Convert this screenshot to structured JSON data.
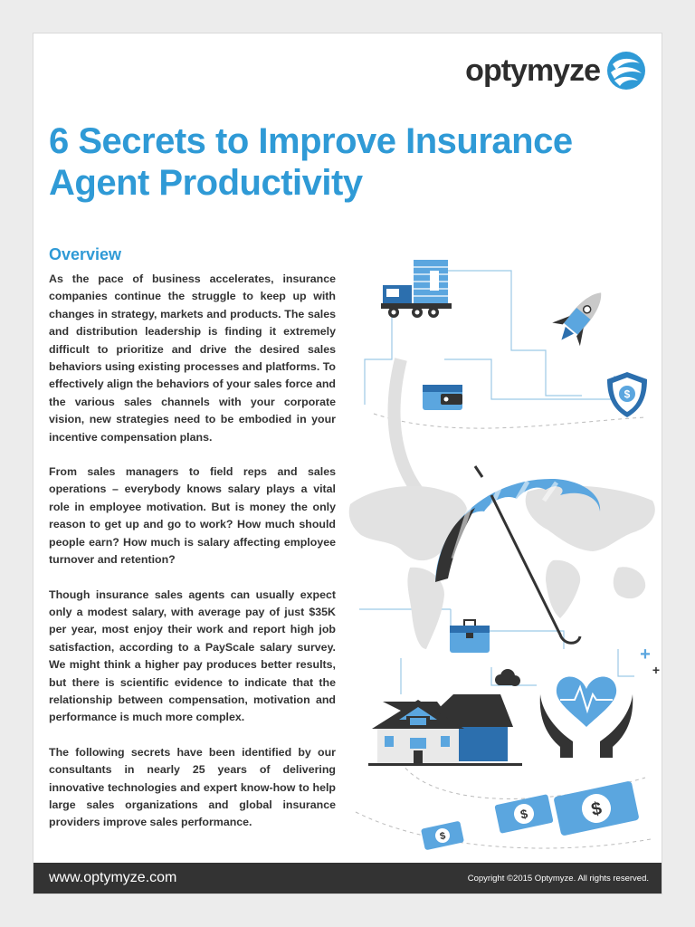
{
  "brand": {
    "name": "optymyze",
    "accent": "#2f9ad6",
    "dark": "#333333"
  },
  "title_line1": "6 Secrets to Improve Insurance",
  "title_line2": "Agent Productivity",
  "overview_heading": "Overview",
  "paragraphs": [
    "As the pace of business accelerates, insurance companies continue the struggle to keep up with changes in strategy, markets and products. The sales and distribution leadership is finding it extremely difficult to prioritize and drive the desired sales behaviors using existing processes and platforms. To effectively align the behaviors of your sales force and the various sales channels with your corporate vision, new strategies need to be embodied in your incentive compensation plans.",
    "From sales managers to field reps and sales operations – everybody knows salary plays a vital role in employee motivation. But is money the only reason to get up and go to work? How much should people earn?  How much is salary affecting employee turnover and retention?",
    "Though insurance sales agents can usually expect only a modest salary, with average pay of just $35K per year, most enjoy their work and report high job satisfaction, according to a PayScale salary survey. We might think a higher pay produces better results, but there is scientific evidence to indicate that the relationship between compensation, motivation and performance is much more complex.",
    "The following secrets have been identified by our consultants in nearly 25 years of delivering innovative technologies and expert know-how to help large sales organizations and global insurance providers improve sales performance."
  ],
  "footer": {
    "url": "www.optymyze.com",
    "copyright": "Copyright ©2015 Optymyze.  All rights reserved."
  },
  "illustration": {
    "icons": [
      "truck-icon",
      "rocket-icon",
      "wallet-icon",
      "shield-dollar-icon",
      "world-map",
      "umbrella-icon",
      "briefcase-icon",
      "cloud-icon",
      "house-icon",
      "heart-hands-icon",
      "dollar-bill-icon"
    ],
    "dollar_sign": "$",
    "plus_sign": "+"
  }
}
